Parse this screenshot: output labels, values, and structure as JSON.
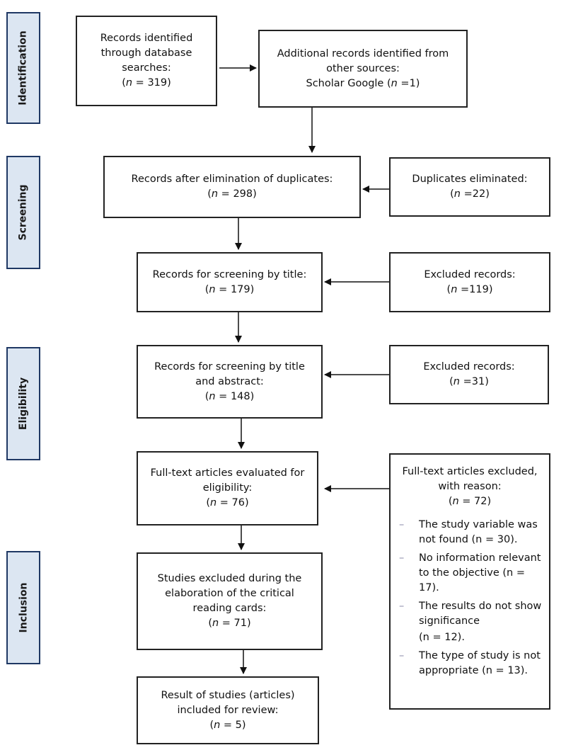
{
  "stages": {
    "identification": "Identification",
    "screening": "Screening",
    "eligibility": "Eligibility",
    "inclusion": "Inclusion"
  },
  "boxes": {
    "db_search": {
      "lines": [
        "Records identified",
        "through database",
        "searches:"
      ],
      "n_label": "n",
      "n_value": " = 319)"
    },
    "additional": {
      "lines": [
        "Additional records identified from",
        "other sources:"
      ],
      "prefix": "Scholar Google (",
      "n_label": "n",
      "n_value": " =1)"
    },
    "after_dup": {
      "lines": [
        "Records after elimination of duplicates:"
      ],
      "n_label": "n",
      "n_value": " = 298)"
    },
    "dup_elim": {
      "lines": [
        "Duplicates eliminated:"
      ],
      "n_label": "n",
      "n_value": " =22)"
    },
    "title_screen": {
      "lines": [
        "Records for screening by title:"
      ],
      "n_label": "n",
      "n_value": " = 179)"
    },
    "excluded_1": {
      "lines": [
        "Excluded records:"
      ],
      "n_label": "n",
      "n_value": " =119)"
    },
    "abstract_screen": {
      "lines": [
        "Records for screening by title",
        "and abstract:"
      ],
      "n_label": "n",
      "n_value": " = 148)"
    },
    "excluded_2": {
      "lines": [
        "Excluded records:"
      ],
      "n_label": "n",
      "n_value": " =31)"
    },
    "fulltext": {
      "lines": [
        "Full-text articles evaluated for",
        "eligibility:"
      ],
      "n_label": "n",
      "n_value": " = 76)"
    },
    "critical": {
      "lines": [
        "Studies excluded during the",
        "elaboration of the critical",
        "reading cards:"
      ],
      "n_label": "n",
      "n_value": " = 71)"
    },
    "result": {
      "lines": [
        "Result of studies (articles)",
        "included for review:"
      ],
      "n_label": "n",
      "n_value": " = 5)"
    }
  },
  "fulltext_excluded": {
    "head": [
      "Full-text articles excluded,",
      "with reason:"
    ],
    "n_label": "n",
    "n_value": " = 72)",
    "dash": "–",
    "reasons": [
      "The study variable was not found (n = 30).",
      "No information relevant to the objective (n = 17).",
      "The results do not show significance",
      "(n = 12).",
      "The type of study is not appropriate (n = 13)."
    ]
  }
}
